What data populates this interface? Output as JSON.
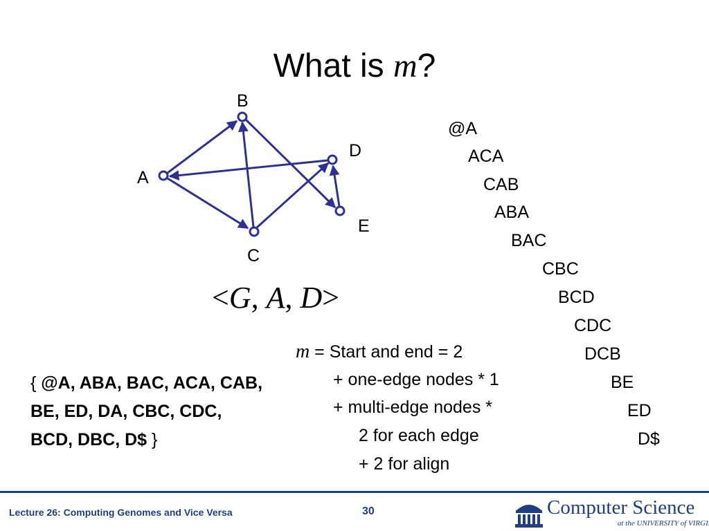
{
  "slide": {
    "title_prefix": "What is ",
    "title_var": "m",
    "title_suffix": "?"
  },
  "graph": {
    "edge_color": "#2e3192",
    "nodes": [
      {
        "label": "A"
      },
      {
        "label": "B"
      },
      {
        "label": "C"
      },
      {
        "label": "D"
      },
      {
        "label": "E"
      }
    ]
  },
  "tuple": {
    "open": "<",
    "g": "G",
    "sep1": ", ",
    "a": "A",
    "sep2": ", ",
    "d": "D",
    "close": ">"
  },
  "sequence": [
    "@A",
    "ACA",
    "CAB",
    "ABA",
    "BAC",
    "CBC",
    "BCD",
    "CDC",
    "DCB",
    "BE",
    "ED",
    "D$"
  ],
  "set_text": {
    "open": "{ ",
    "bold": "@A, ABA, BAC, ACA, CAB, BE, ED, DA, CBC, CDC, BCD, DBC, D$",
    "close": " }"
  },
  "formula": {
    "var": "m",
    "line1": " = Start and end = 2",
    "line2": "+ one-edge nodes * 1",
    "line3": "+ multi-edge nodes *",
    "line4": "2 for each edge",
    "line5": "+ 2 for align"
  },
  "footer": {
    "lecture": "Lecture 26: Computing Genomes and Vice Versa",
    "page": "30",
    "logo_main": "Computer Science",
    "logo_sub": "at the UNIVERSITY of VIRGINIA",
    "color": "#1f3f7f"
  }
}
